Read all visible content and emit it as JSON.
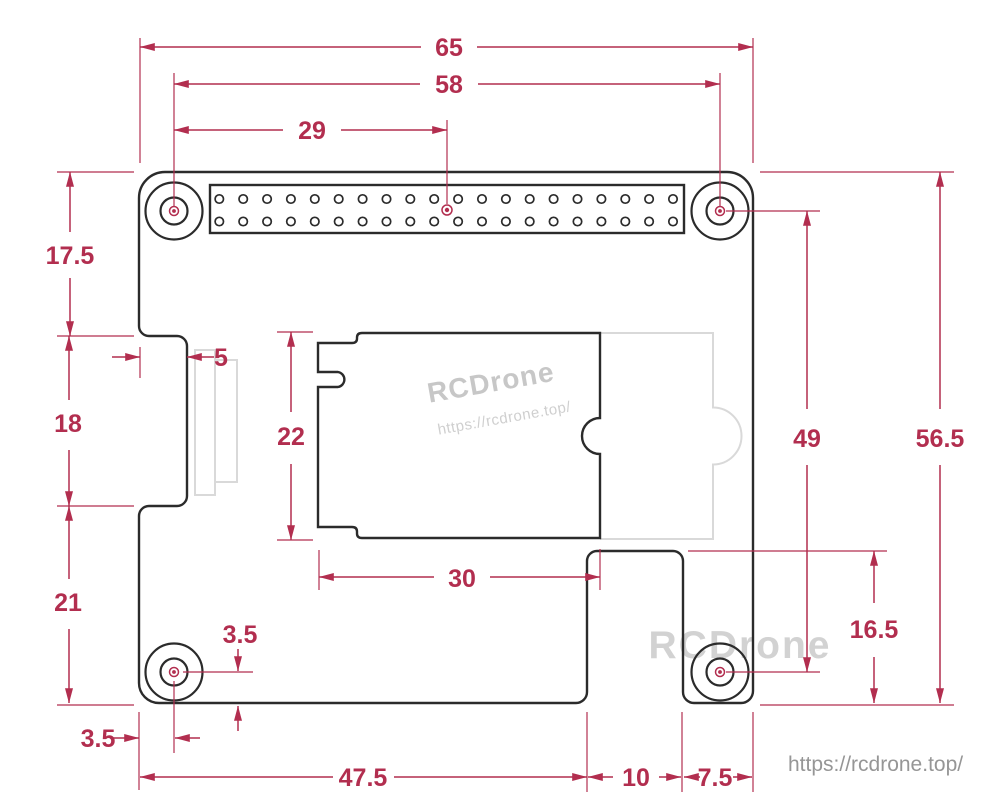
{
  "colors": {
    "background": "#ffffff",
    "dimension": "#b22e4f",
    "outline": "#2b2b2b",
    "ghost": "#d9d9d9",
    "watermark_center_brand": "#c7c7c7",
    "watermark_center_url": "#cfcfcf",
    "watermark_bottom": "#d2d2d2",
    "footer_text": "#969696"
  },
  "dims": {
    "board_width": "65",
    "hole_pitch_x": "58",
    "hole_to_header_center": "29",
    "top_edge_to_notch": "17.5",
    "notch_height": "18",
    "notch_to_bottom_edge": "21",
    "notch_depth": "5",
    "component_height": "22",
    "component_width": "30",
    "hole_pitch_y": "49",
    "board_height": "56.5",
    "tab_height": "16.5",
    "hole_offset_bottom": "3.5",
    "hole_offset_left": "3.5",
    "bottom_section_width": "47.5",
    "cutout_width": "10",
    "tab_width": "7.5"
  },
  "watermark": {
    "brand": "RCDrone",
    "url": "https://rcdrone.top/"
  },
  "footer": {
    "url": "https://rcdrone.top/"
  }
}
